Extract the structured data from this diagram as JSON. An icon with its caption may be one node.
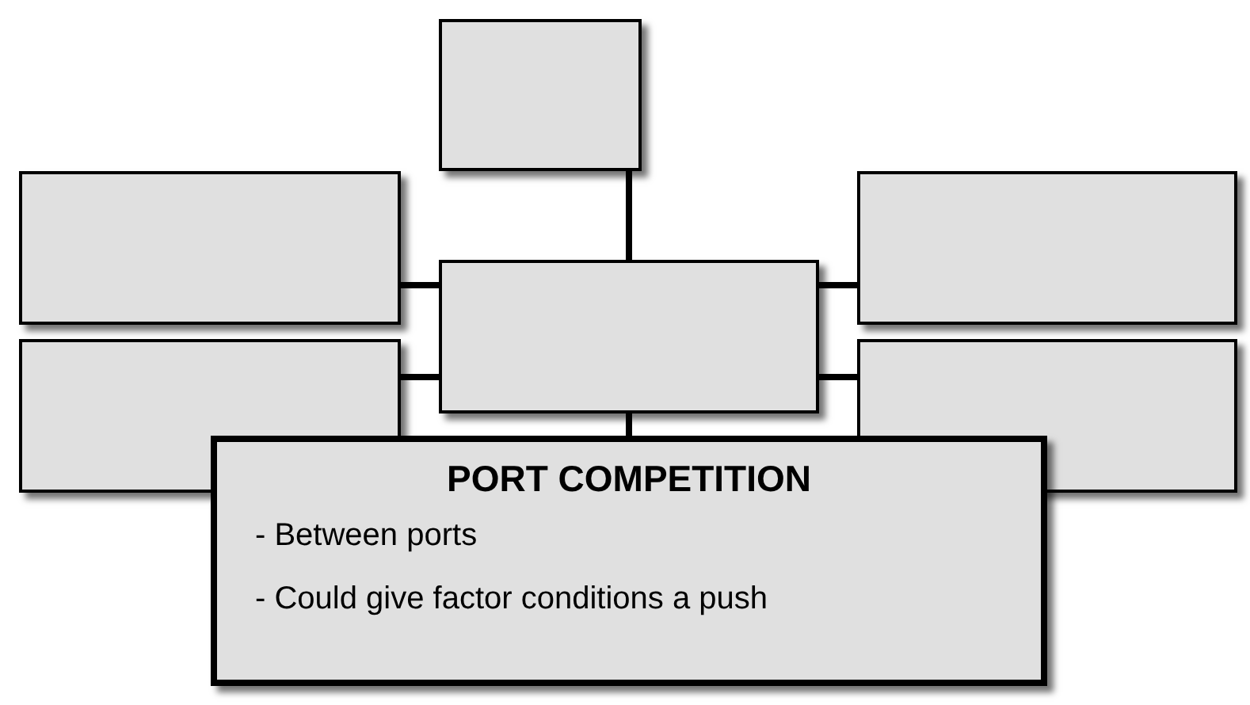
{
  "diagram": {
    "nodes": [
      {
        "text": [],
        "shape": "box"
      },
      {
        "text": [],
        "shape": "box"
      },
      {
        "text": [],
        "shape": "box"
      },
      {
        "text": [],
        "shape": "box"
      },
      {
        "text": [],
        "shape": "box"
      },
      {
        "text": [],
        "shape": "box"
      },
      {
        "text": [
          "PORT COMPETITION",
          "- Between ports",
          "- Could give factor conditions a push"
        ]
      }
    ],
    "edges": [
      {
        "from": 0,
        "to": 2,
        "arrow": "none"
      },
      {
        "from": 2,
        "to": 1,
        "arrow": "none"
      },
      {
        "from": 2,
        "to": 3,
        "arrow": "none"
      },
      {
        "from": 2,
        "to": 4,
        "arrow": "none"
      },
      {
        "from": 2,
        "to": 5,
        "arrow": "none"
      },
      {
        "from": 2,
        "to": 6,
        "arrow": "none"
      }
    ]
  }
}
